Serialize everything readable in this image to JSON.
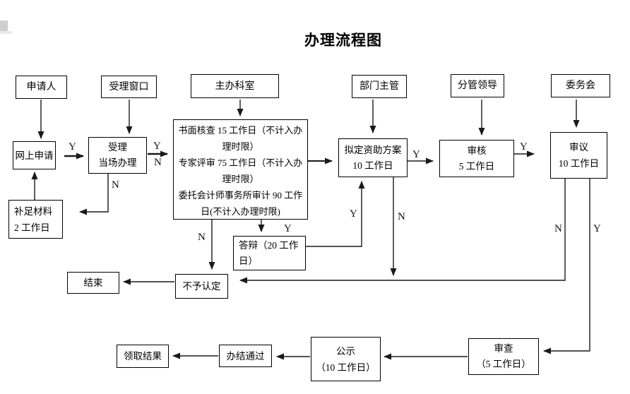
{
  "title": "办理流程图",
  "nodes": {
    "applicant": "申请人",
    "acceptance_window": "受理窗口",
    "main_office": "主办科室",
    "dept_supervisor": "部门主管",
    "leader_in_charge": "分管领导",
    "committee": "委务会",
    "online_application": "网上申请",
    "acceptance": "受理\n当场办理",
    "review_details": "书面核查 15 工作日（不计入办理时限）\n专家评审 75 工作日（不计入办理时限）\n委托会计师事务所审计 90 工作日(不计入办理时限)",
    "draft_plan": "拟定资助方案\n10 工作日",
    "audit": "审核\n5 工作日",
    "deliberation": "审议\n10 工作日",
    "supplement": "补足材料\n2 工作日",
    "defense": "答辩（20 工作日）",
    "end": "结束",
    "not_approved": "不予认定",
    "receive_result": "领取结果",
    "completed": "办结通过",
    "public_notice": "公示\n（10 工作日）",
    "examination": "审查\n（5 工作日）"
  },
  "edge_labels": {
    "online_to_accept": "Y",
    "accept_to_main_y": "Y",
    "accept_to_main_n": "N",
    "accept_no": "N",
    "plan_to_audit": "Y",
    "audit_to_deliberation": "Y",
    "main_no": "N",
    "main_yes": "Y",
    "defense_to_plan": "Y",
    "plan_no": "N",
    "deliberation_no": "N",
    "deliberation_yes": "Y"
  },
  "colors": {
    "line": "#1a1a1a",
    "text": "#000000",
    "background": "#ffffff"
  }
}
